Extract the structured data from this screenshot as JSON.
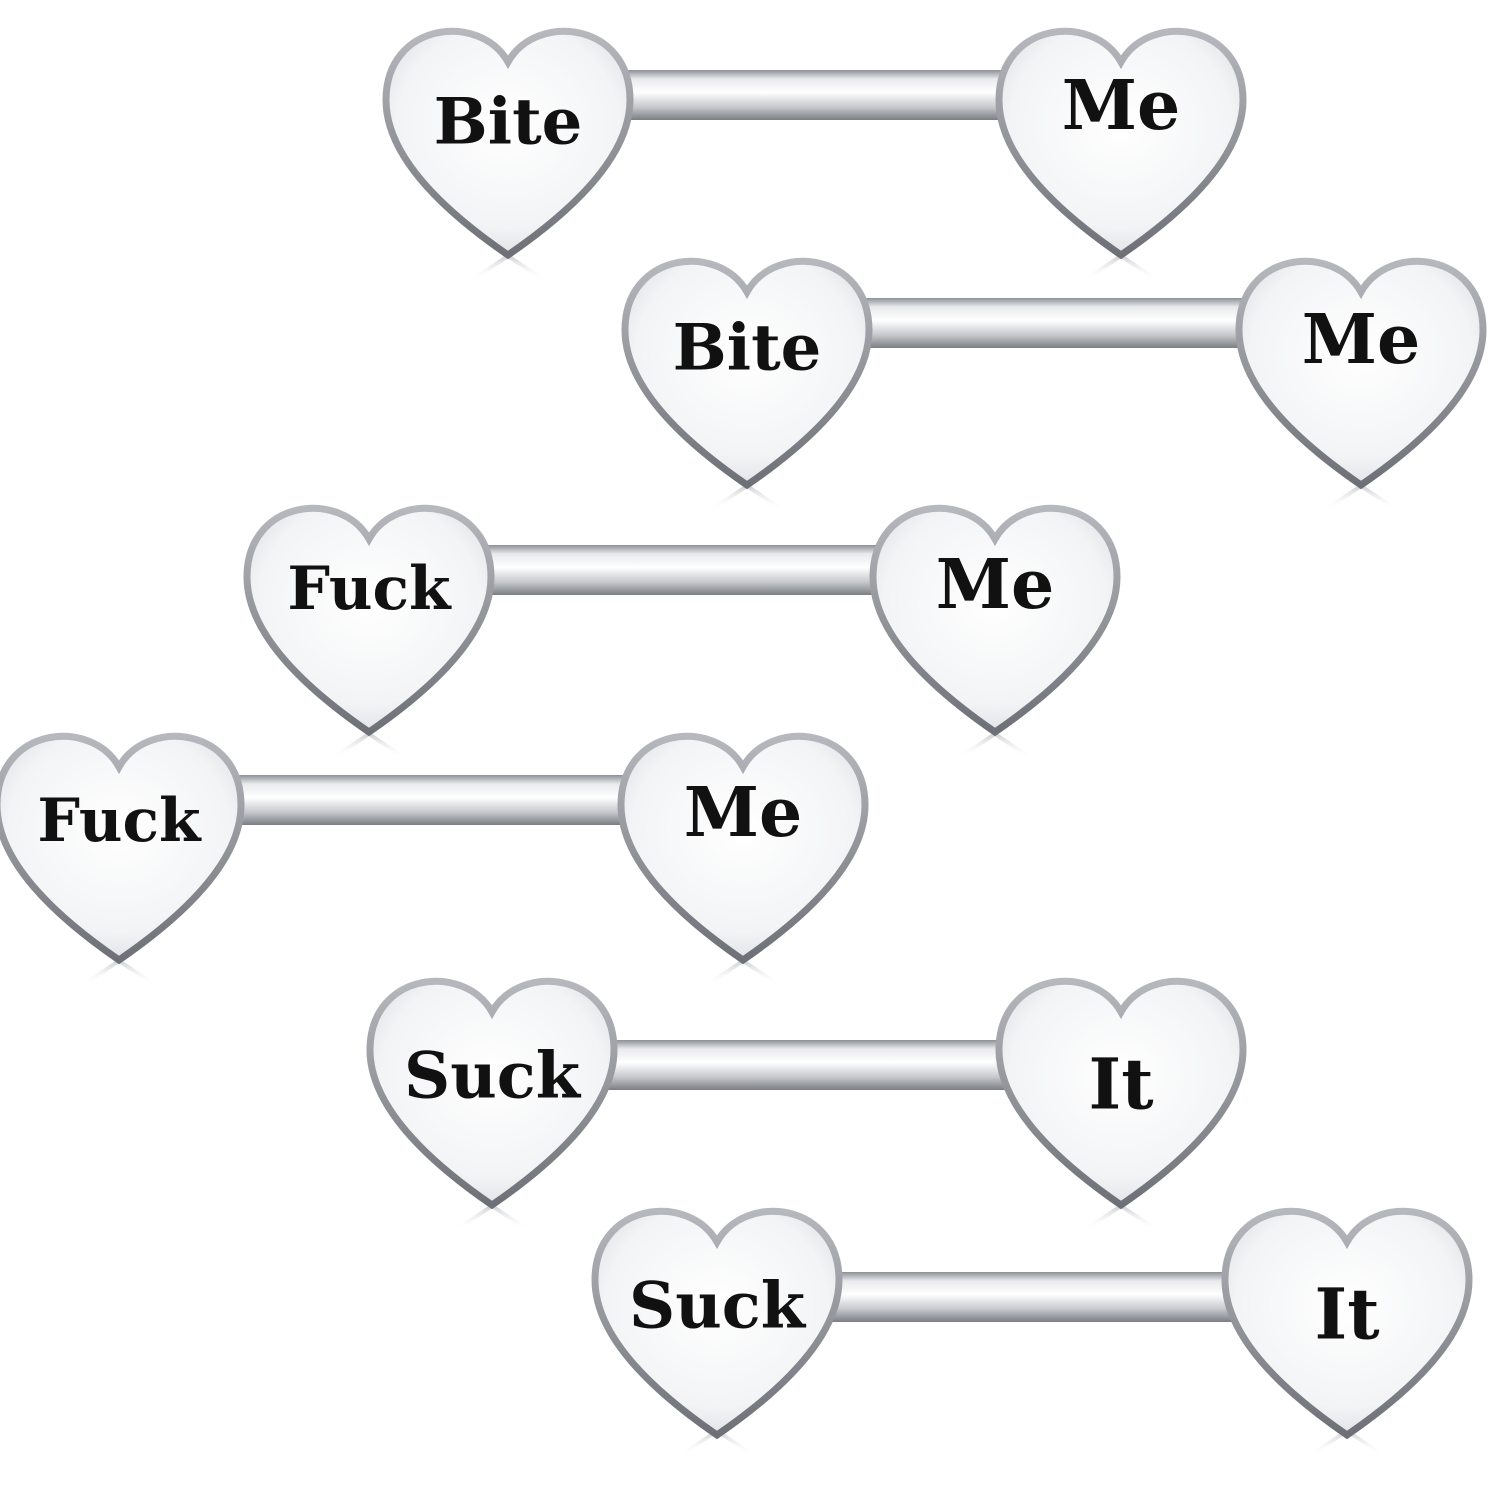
{
  "colors": {
    "background": "#ffffff",
    "metal_light": "#ffffff",
    "metal_mid": "#e6e7ea",
    "metal_dark": "#8d9096",
    "metal_edge": "#6d7076",
    "engraving": "#111111"
  },
  "barbells": [
    {
      "left_word": "Bite",
      "right_word": "Me"
    },
    {
      "left_word": "Bite",
      "right_word": "Me"
    },
    {
      "left_word": "Fuck",
      "right_word": "Me"
    },
    {
      "left_word": "Fuck",
      "right_word": "Me"
    },
    {
      "left_word": "Suck",
      "right_word": "It"
    },
    {
      "left_word": "Suck",
      "right_word": "It"
    }
  ]
}
